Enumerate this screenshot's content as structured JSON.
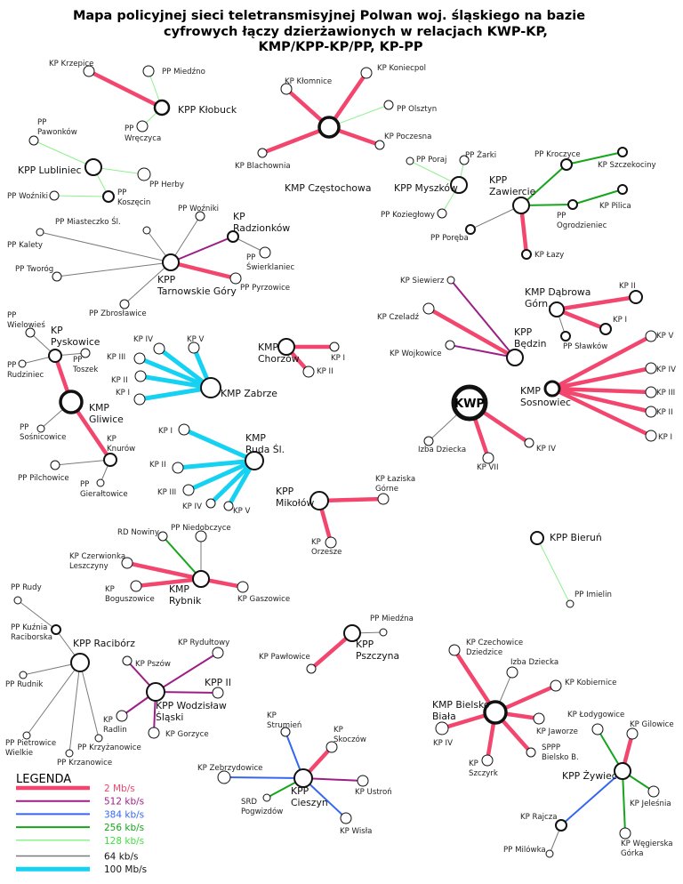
{
  "title": [
    "Mapa policyjnej sieci teletransmisyjnej Polwan woj. śląskiego na bazie",
    "cyfrowych łączy dzierżawionych w relacjach KWP-KP,",
    "KMP/KPP-KP/PP, KP-PP"
  ],
  "speeds": {
    "r": {
      "label": "2 Mb/s",
      "color": "#f2466e",
      "text_color": "#f2466e"
    },
    "p": {
      "label": "512 kb/s",
      "color": "#9c1f86",
      "text_color": "#9c1f86"
    },
    "b": {
      "label": "384 kb/s",
      "color": "#3566f0",
      "text_color": "#3566f0"
    },
    "g": {
      "label": "256 kb/s",
      "color": "#16a51c",
      "text_color": "#16a51c"
    },
    "l": {
      "label": "128 kb/s",
      "color": "#8ef08e",
      "text_color": "#3ee03e"
    },
    "k": {
      "label": "64 kb/s",
      "color": "#7a7a7a",
      "text_color": "#111111"
    },
    "c": {
      "label": "100 Mb/s",
      "color": "#16d2f2",
      "text_color": "#111111"
    }
  },
  "legend": {
    "title": "LEGENDA",
    "order": [
      "r",
      "p",
      "b",
      "g",
      "l",
      "k",
      "c"
    ]
  },
  "nodes": [
    {
      "id": "krzepice",
      "label": "KP Krzepice"
    },
    {
      "id": "miedzno",
      "label": "PP Miedźno"
    },
    {
      "id": "klobuck",
      "label": "KPP Kłobuck"
    },
    {
      "id": "wreczyca",
      "label": "PP\nWręczyca"
    },
    {
      "id": "czest",
      "label": "KMP Częstochowa"
    },
    {
      "id": "klomnice",
      "label": "KP Kłomnice"
    },
    {
      "id": "koniecpol",
      "label": "KP Koniecpol"
    },
    {
      "id": "olsztyn",
      "label": "PP Olsztyn"
    },
    {
      "id": "poczesna",
      "label": "KP Poczesna"
    },
    {
      "id": "blachownia",
      "label": "KP Blachownia"
    },
    {
      "id": "lubliniec",
      "label": "KPP Lubliniec"
    },
    {
      "id": "pawonkow",
      "label": "PP\nPawonków"
    },
    {
      "id": "herby",
      "label": "PP Herby"
    },
    {
      "id": "koszecin",
      "label": "PP\nKoszęcin"
    },
    {
      "id": "wozniki1",
      "label": "PP Woźniki"
    },
    {
      "id": "myszkow",
      "label": "KPP Myszków"
    },
    {
      "id": "poraj",
      "label": "PP Poraj"
    },
    {
      "id": "zarki",
      "label": "PP Żarki"
    },
    {
      "id": "kozieglowy",
      "label": "PP Koziegłowy"
    },
    {
      "id": "zawiercie",
      "label": "KPP\nZawiercie"
    },
    {
      "id": "kroczyce",
      "label": "PP Kroczyce"
    },
    {
      "id": "szczekociny",
      "label": "KP Szczekociny"
    },
    {
      "id": "ogrodzieniec",
      "label": "PP\nOgrodzieniec"
    },
    {
      "id": "pilica",
      "label": "KP Pilica"
    },
    {
      "id": "poreba",
      "label": "PP Poręba"
    },
    {
      "id": "lazy",
      "label": "KP Łazy"
    },
    {
      "id": "tg",
      "label": "KPP\nTarnowskie Góry"
    },
    {
      "id": "wozniki2",
      "label": "PP Woźniki"
    },
    {
      "id": "miasteczko",
      "label": "PP Miasteczko Śl."
    },
    {
      "id": "kalety",
      "label": "PP Kalety"
    },
    {
      "id": "tworog",
      "label": "PP Tworóg"
    },
    {
      "id": "radzionkow",
      "label": "KP\nRadzionków"
    },
    {
      "id": "swierklaniec",
      "label": "PP\nŚwierklaniec"
    },
    {
      "id": "pyrzowice",
      "label": "PP Pyrzowice"
    },
    {
      "id": "zbroslawice",
      "label": "PP Zbrosławice"
    },
    {
      "id": "pyskowice",
      "label": "KP\nPyskowice"
    },
    {
      "id": "wielowies",
      "label": "PP\nWielowieś"
    },
    {
      "id": "toszek",
      "label": "PP\nToszek"
    },
    {
      "id": "rudziniec",
      "label": "PP\nRudziniec"
    },
    {
      "id": "gliwice",
      "label": "KMP\nGliwice"
    },
    {
      "id": "sosnicowice",
      "label": "PP\nSośnicowice"
    },
    {
      "id": "knurow",
      "label": "KP\nKnurów"
    },
    {
      "id": "pilchowice",
      "label": "PP Pilchowice"
    },
    {
      "id": "gieraltowice",
      "label": "PP\nGierałtowice"
    },
    {
      "id": "zabrze",
      "label": "KMP Zabrze"
    },
    {
      "id": "zab1",
      "label": "KP I"
    },
    {
      "id": "zab2",
      "label": "KP II"
    },
    {
      "id": "zab3",
      "label": "KP III"
    },
    {
      "id": "zab4",
      "label": "KP IV"
    },
    {
      "id": "zab5",
      "label": "KP V"
    },
    {
      "id": "chorzow",
      "label": "KMP\nChorzów"
    },
    {
      "id": "ch1",
      "label": "KP I"
    },
    {
      "id": "ch2",
      "label": "KP II"
    },
    {
      "id": "ruda",
      "label": "KMP\nRuda Śl."
    },
    {
      "id": "r1",
      "label": "KP I"
    },
    {
      "id": "r2",
      "label": "KP II"
    },
    {
      "id": "r3",
      "label": "KP III"
    },
    {
      "id": "r4",
      "label": "KP IV"
    },
    {
      "id": "r5",
      "label": "KP V"
    },
    {
      "id": "mikolow",
      "label": "KPP\nMikołów"
    },
    {
      "id": "laziska",
      "label": "KP Łaziska\nGórne"
    },
    {
      "id": "orzesze",
      "label": "KP\nOrzesze"
    },
    {
      "id": "kwp",
      "label": "KWP"
    },
    {
      "id": "izba1",
      "label": "Izba Dziecka"
    },
    {
      "id": "kwp7",
      "label": "KP VII"
    },
    {
      "id": "kwp4",
      "label": "KP IV"
    },
    {
      "id": "siewierz",
      "label": "KP Siewierz"
    },
    {
      "id": "czeladz",
      "label": "KP Czeladź"
    },
    {
      "id": "wojkowice",
      "label": "KP Wojkowice"
    },
    {
      "id": "bedzin",
      "label": "KPP\nBędzin"
    },
    {
      "id": "dabrowa",
      "label": "KMP Dąbrowa\nGórn."
    },
    {
      "id": "d2",
      "label": "KP II"
    },
    {
      "id": "d1",
      "label": "KP I"
    },
    {
      "id": "slawkow",
      "label": "PP Sławków"
    },
    {
      "id": "sosnowiec",
      "label": "KMP\nSosnowiec"
    },
    {
      "id": "s5",
      "label": "KP V"
    },
    {
      "id": "s4",
      "label": "KP IV"
    },
    {
      "id": "s3",
      "label": "KP III"
    },
    {
      "id": "s2",
      "label": "KP II"
    },
    {
      "id": "s1",
      "label": "KP I"
    },
    {
      "id": "rybnik",
      "label": "KMP\nRybnik"
    },
    {
      "id": "nowiny",
      "label": "RD Nowiny"
    },
    {
      "id": "niedobczyce",
      "label": "PP Niedobczyce"
    },
    {
      "id": "czerwionka",
      "label": "KP Czerwionka\nLeszczyny"
    },
    {
      "id": "boguszowice",
      "label": "KP\nBoguszowice"
    },
    {
      "id": "gaszowice",
      "label": "KP Gaszowice"
    },
    {
      "id": "rudy",
      "label": "PP Rudy"
    },
    {
      "id": "kuznia",
      "label": "PP Kuźnia\nRaciborska"
    },
    {
      "id": "raciborz",
      "label": "KPP Racibórz"
    },
    {
      "id": "rudnik",
      "label": "PP Rudnik"
    },
    {
      "id": "pietrowice",
      "label": "PP Pietrowice\nWielkie"
    },
    {
      "id": "krzanowice",
      "label": "PP Krzanowice"
    },
    {
      "id": "krzyzanowice",
      "label": "PP Krzyżanowice"
    },
    {
      "id": "wodzislaw",
      "label": "KPP Wodzisław\nŚląski"
    },
    {
      "id": "pszow",
      "label": "KP Pszów"
    },
    {
      "id": "rydultowy",
      "label": "KP Rydułtowy"
    },
    {
      "id": "kpp2",
      "label": "KPP II"
    },
    {
      "id": "radlin",
      "label": "KP\nRadlin"
    },
    {
      "id": "gorzyce",
      "label": "KP Gorzyce"
    },
    {
      "id": "bierun",
      "label": "KPP Bieruń"
    },
    {
      "id": "imielin",
      "label": "PP Imielin"
    },
    {
      "id": "pszczyna",
      "label": "KPP\nPszczyna"
    },
    {
      "id": "miedzna",
      "label": "PP Miedźna"
    },
    {
      "id": "pawlowice",
      "label": "KP Pawłowice"
    },
    {
      "id": "bielsko",
      "label": "KMP Bielsko\nBiała"
    },
    {
      "id": "czechowice",
      "label": "KP Czechowice\nDziedzice"
    },
    {
      "id": "izba2",
      "label": "Izba Dziecka"
    },
    {
      "id": "kobiernice",
      "label": "KP Kobiernice"
    },
    {
      "id": "bb4",
      "label": "KP IV"
    },
    {
      "id": "jaworze",
      "label": "KP Jaworze"
    },
    {
      "id": "sppp",
      "label": "SPPP\nBielsko B."
    },
    {
      "id": "szczyrk",
      "label": "KP\nSzczyrk"
    },
    {
      "id": "zywiec",
      "label": "KPP Żywiec"
    },
    {
      "id": "lodygowice",
      "label": "KP Łodygowice"
    },
    {
      "id": "gilowice",
      "label": "KP Gilowice"
    },
    {
      "id": "jelesnia",
      "label": "KP Jeleśnia"
    },
    {
      "id": "wegierska",
      "label": "KP Węgierska\nGórka"
    },
    {
      "id": "rajcza",
      "label": "KP Rajcza"
    },
    {
      "id": "milowka",
      "label": "PP Milówka"
    },
    {
      "id": "cieszyn",
      "label": "KPP\nCieszyn"
    },
    {
      "id": "strumien",
      "label": "KP\nStrumień"
    },
    {
      "id": "skoczow",
      "label": "KP\nSkoczów"
    },
    {
      "id": "zebrzydowice",
      "label": "KP Zebrzydowice"
    },
    {
      "id": "srd",
      "label": "SRD\nPogwizdów"
    },
    {
      "id": "ustron",
      "label": "KP Ustroń"
    },
    {
      "id": "wisla",
      "label": "KP Wisła"
    }
  ],
  "links": [
    [
      "krzepice",
      "klobuck",
      "r"
    ],
    [
      "miedzno",
      "klobuck",
      "l"
    ],
    [
      "wreczyca",
      "klobuck",
      "l"
    ],
    [
      "czest",
      "klomnice",
      "r"
    ],
    [
      "czest",
      "koniecpol",
      "r"
    ],
    [
      "czest",
      "poczesna",
      "r"
    ],
    [
      "czest",
      "blachownia",
      "r"
    ],
    [
      "czest",
      "olsztyn",
      "l"
    ],
    [
      "lubliniec",
      "pawonkow",
      "l"
    ],
    [
      "lubliniec",
      "herby",
      "l"
    ],
    [
      "lubliniec",
      "koszecin",
      "l"
    ],
    [
      "koszecin",
      "wozniki1",
      "l"
    ],
    [
      "myszkow",
      "poraj",
      "l"
    ],
    [
      "myszkow",
      "zarki",
      "l"
    ],
    [
      "myszkow",
      "kozieglowy",
      "l"
    ],
    [
      "zawiercie",
      "kroczyce",
      "g"
    ],
    [
      "kroczyce",
      "szczekociny",
      "g"
    ],
    [
      "zawiercie",
      "ogrodzieniec",
      "g"
    ],
    [
      "ogrodzieniec",
      "pilica",
      "g"
    ],
    [
      "zawiercie",
      "poreba",
      "k"
    ],
    [
      "zawiercie",
      "lazy",
      "r"
    ],
    [
      "tg",
      "wozniki2",
      "k"
    ],
    [
      "tg",
      "miasteczko",
      "k"
    ],
    [
      "tg",
      "kalety",
      "k"
    ],
    [
      "tg",
      "tworog",
      "k"
    ],
    [
      "tg",
      "zbroslawice",
      "k"
    ],
    [
      "tg",
      "radzionkow",
      "p"
    ],
    [
      "radzionkow",
      "swierklaniec",
      "k"
    ],
    [
      "tg",
      "pyrzowice",
      "r"
    ],
    [
      "pyskowice",
      "wielowies",
      "k"
    ],
    [
      "pyskowice",
      "toszek",
      "k"
    ],
    [
      "pyskowice",
      "rudziniec",
      "k"
    ],
    [
      "pyskowice",
      "gliwice",
      "r"
    ],
    [
      "gliwice",
      "knurow",
      "r"
    ],
    [
      "gliwice",
      "sosnicowice",
      "k"
    ],
    [
      "knurow",
      "pilchowice",
      "k"
    ],
    [
      "knurow",
      "gieraltowice",
      "k"
    ],
    [
      "zabrze",
      "zab1",
      "c"
    ],
    [
      "zabrze",
      "zab2",
      "c"
    ],
    [
      "zabrze",
      "zab3",
      "c"
    ],
    [
      "zabrze",
      "zab4",
      "c"
    ],
    [
      "zabrze",
      "zab5",
      "c"
    ],
    [
      "chorzow",
      "ch1",
      "r"
    ],
    [
      "chorzow",
      "ch2",
      "r"
    ],
    [
      "ruda",
      "r1",
      "c"
    ],
    [
      "ruda",
      "r2",
      "c"
    ],
    [
      "ruda",
      "r3",
      "c"
    ],
    [
      "ruda",
      "r4",
      "c"
    ],
    [
      "ruda",
      "r5",
      "c"
    ],
    [
      "mikolow",
      "laziska",
      "r"
    ],
    [
      "mikolow",
      "orzesze",
      "r"
    ],
    [
      "kwp",
      "kwp7",
      "r"
    ],
    [
      "kwp",
      "kwp4",
      "r"
    ],
    [
      "kwp",
      "izba1",
      "k"
    ],
    [
      "bedzin",
      "siewierz",
      "p"
    ],
    [
      "bedzin",
      "wojkowice",
      "p"
    ],
    [
      "bedzin",
      "czeladz",
      "r"
    ],
    [
      "dabrowa",
      "d2",
      "r"
    ],
    [
      "dabrowa",
      "d1",
      "r"
    ],
    [
      "dabrowa",
      "slawkow",
      "k"
    ],
    [
      "sosnowiec",
      "s1",
      "r"
    ],
    [
      "sosnowiec",
      "s2",
      "r"
    ],
    [
      "sosnowiec",
      "s3",
      "r"
    ],
    [
      "sosnowiec",
      "s4",
      "r"
    ],
    [
      "sosnowiec",
      "s5",
      "r"
    ],
    [
      "rybnik",
      "nowiny",
      "g"
    ],
    [
      "rybnik",
      "niedobczyce",
      "k"
    ],
    [
      "rybnik",
      "czerwionka",
      "r"
    ],
    [
      "rybnik",
      "boguszowice",
      "r"
    ],
    [
      "rybnik",
      "gaszowice",
      "r"
    ],
    [
      "kuznia",
      "rudy",
      "k"
    ],
    [
      "kuznia",
      "raciborz",
      "k"
    ],
    [
      "raciborz",
      "rudnik",
      "k"
    ],
    [
      "raciborz",
      "pietrowice",
      "k"
    ],
    [
      "raciborz",
      "krzanowice",
      "k"
    ],
    [
      "raciborz",
      "krzyzanowice",
      "k"
    ],
    [
      "wodzislaw",
      "pszow",
      "p"
    ],
    [
      "wodzislaw",
      "rydultowy",
      "p"
    ],
    [
      "wodzislaw",
      "kpp2",
      "p"
    ],
    [
      "wodzislaw",
      "radlin",
      "p"
    ],
    [
      "wodzislaw",
      "gorzyce",
      "p"
    ],
    [
      "bierun",
      "imielin",
      "l"
    ],
    [
      "pszczyna",
      "miedzna",
      "k"
    ],
    [
      "pszczyna",
      "pawlowice",
      "r"
    ],
    [
      "bielsko",
      "czechowice",
      "r"
    ],
    [
      "bielsko",
      "kobiernice",
      "r"
    ],
    [
      "bielsko",
      "bb4",
      "r"
    ],
    [
      "bielsko",
      "jaworze",
      "r"
    ],
    [
      "bielsko",
      "sppp",
      "r"
    ],
    [
      "bielsko",
      "szczyrk",
      "r"
    ],
    [
      "bielsko",
      "izba2",
      "k"
    ],
    [
      "zywiec",
      "lodygowice",
      "g"
    ],
    [
      "zywiec",
      "jelesnia",
      "g"
    ],
    [
      "zywiec",
      "wegierska",
      "g"
    ],
    [
      "zywiec",
      "gilowice",
      "r"
    ],
    [
      "zywiec",
      "rajcza",
      "b"
    ],
    [
      "rajcza",
      "milowka",
      "k"
    ],
    [
      "cieszyn",
      "strumien",
      "b"
    ],
    [
      "cieszyn",
      "zebrzydowice",
      "b"
    ],
    [
      "cieszyn",
      "wisla",
      "b"
    ],
    [
      "cieszyn",
      "skoczow",
      "r"
    ],
    [
      "cieszyn",
      "ustron",
      "p"
    ],
    [
      "cieszyn",
      "srd",
      "g"
    ]
  ]
}
